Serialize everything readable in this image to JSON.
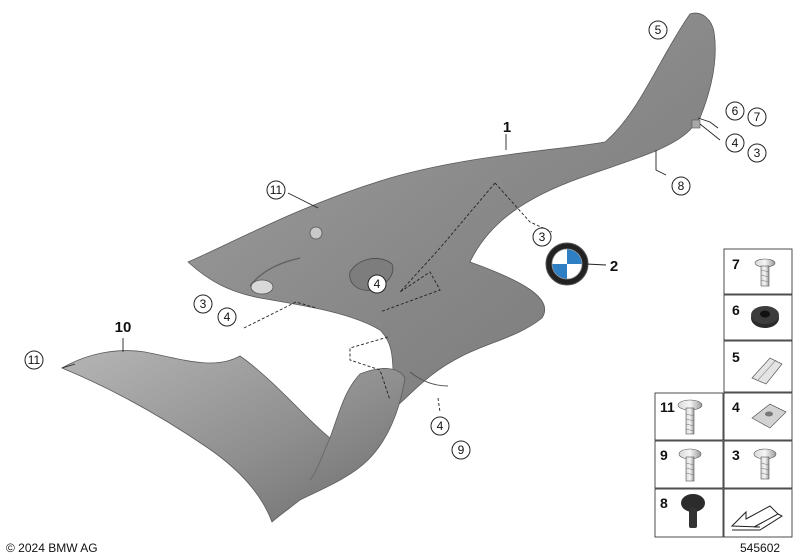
{
  "copyright": "© 2024 BMW AG",
  "diagram_id": "545602",
  "callouts": {
    "c5": "5",
    "c6": "6",
    "c7": "7",
    "c4a": "4",
    "c3a": "3",
    "c8": "8",
    "c1": "1",
    "c11a": "11",
    "c3b": "3",
    "c2": "2",
    "c4b": "4",
    "c3c": "3",
    "c4c": "4",
    "c10": "10",
    "c11b": "11",
    "c4d": "4",
    "c9": "9"
  },
  "parts_table": [
    {
      "key": "p7",
      "label": "7"
    },
    {
      "key": "p6",
      "label": "6"
    },
    {
      "key": "p5",
      "label": "5"
    },
    {
      "key": "p11",
      "label": "11"
    },
    {
      "key": "p4",
      "label": "4"
    },
    {
      "key": "p9",
      "label": "9"
    },
    {
      "key": "p3",
      "label": "3"
    },
    {
      "key": "p8",
      "label": "8"
    }
  ],
  "colors": {
    "part_gray": "#8e8e8e",
    "part_dark": "#6f6f6f",
    "bmw_blue": "#2f7fc4"
  }
}
